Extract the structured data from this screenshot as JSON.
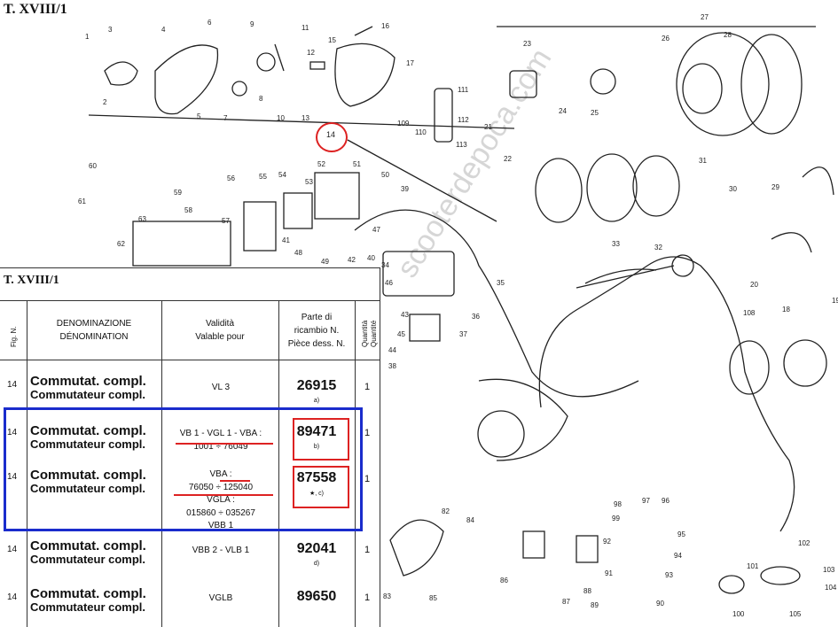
{
  "plate": {
    "title": "T. XVIII/1",
    "watermark": "scooterdepoca.com"
  },
  "diagram": {
    "callouts": [
      "1",
      "2",
      "3",
      "4",
      "5",
      "6",
      "7",
      "8",
      "9",
      "10",
      "11",
      "12",
      "13",
      "14",
      "15",
      "16",
      "17",
      "18",
      "19",
      "20",
      "21",
      "22",
      "23",
      "24",
      "25",
      "26",
      "27",
      "28",
      "29",
      "30",
      "31",
      "32",
      "33",
      "34",
      "35",
      "36",
      "37",
      "38",
      "39",
      "40",
      "41",
      "42",
      "43",
      "44",
      "45",
      "46",
      "47",
      "48",
      "49",
      "50",
      "51",
      "52",
      "53",
      "54",
      "55",
      "56",
      "57",
      "58",
      "59",
      "60",
      "61",
      "62",
      "63",
      "82",
      "83",
      "84",
      "85",
      "86",
      "87",
      "88",
      "89",
      "90",
      "91",
      "92",
      "93",
      "94",
      "95",
      "96",
      "97",
      "98",
      "99",
      "100",
      "101",
      "102",
      "103",
      "104",
      "105",
      "108",
      "109",
      "110",
      "111",
      "112",
      "113"
    ],
    "circled_callout": "14"
  },
  "table": {
    "title": "T. XVIII/1",
    "headers": {
      "fig": "Fig. N.",
      "denomination": [
        "DENOMINAZIONE",
        "DÉNOMINATION"
      ],
      "validity": [
        "Validità",
        "Valable pour"
      ],
      "part": [
        "Parte di",
        "ricambio N.",
        "Pièce dess. N."
      ],
      "qty": [
        "Quantità",
        "Quantité"
      ]
    },
    "rows": [
      {
        "fig": "14",
        "name_it": "Commutat. compl.",
        "name_fr": "Commutateur compl.",
        "validity": [
          "VL 3"
        ],
        "part": "26915",
        "note": "a)",
        "qty": "1"
      },
      {
        "fig": "14",
        "name_it": "Commutat. compl.",
        "name_fr": "Commutateur compl.",
        "validity": [
          "VB 1 - VGL 1 - VBA :",
          "1001 ÷ 76049"
        ],
        "part": "89471",
        "note": "b)",
        "qty": "1"
      },
      {
        "fig": "14",
        "name_it": "Commutat. compl.",
        "name_fr": "Commutateur compl.",
        "validity": [
          "VBA :",
          "76050 ÷ 125040",
          "VGLA :",
          "015860 ÷ 035267",
          "VBB 1"
        ],
        "part": "87558",
        "note": "★, c)",
        "qty": "1"
      },
      {
        "fig": "14",
        "name_it": "Commutat. compl.",
        "name_fr": "Commutateur compl.",
        "validity": [
          "VBB 2 - VLB 1"
        ],
        "part": "92041",
        "note": "d)",
        "qty": "1"
      },
      {
        "fig": "14",
        "name_it": "Commutat. compl.",
        "name_fr": "Commutateur compl.",
        "validity": [
          "VGLB"
        ],
        "part": "89650",
        "note": "",
        "qty": "1"
      }
    ]
  },
  "colors": {
    "highlight_box": "#1a2ccc",
    "annotation_red": "#d22222",
    "ink": "#111111",
    "paper": "#ffffff"
  }
}
